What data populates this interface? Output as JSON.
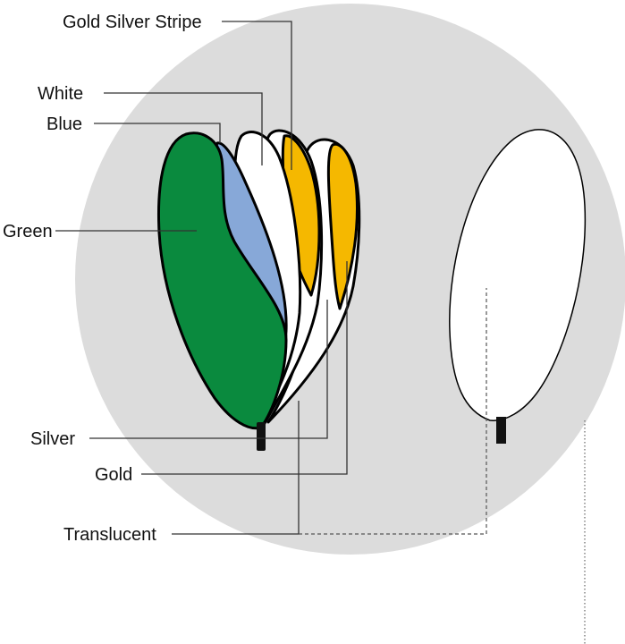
{
  "labels": {
    "gold_silver_stripe": "Gold Silver Stripe",
    "white": "White",
    "blue": "Blue",
    "green": "Green",
    "silver": "Silver",
    "gold": "Gold",
    "translucent": "Translucent"
  },
  "colors": {
    "background_disc": "#dcdcdc",
    "green": "#0a8a3e",
    "blue": "#87a8d8",
    "white": "#ffffff",
    "gold": "#f5b800",
    "silver": "#ffffff",
    "translucent": "#ffffff",
    "stem": "#111111"
  }
}
